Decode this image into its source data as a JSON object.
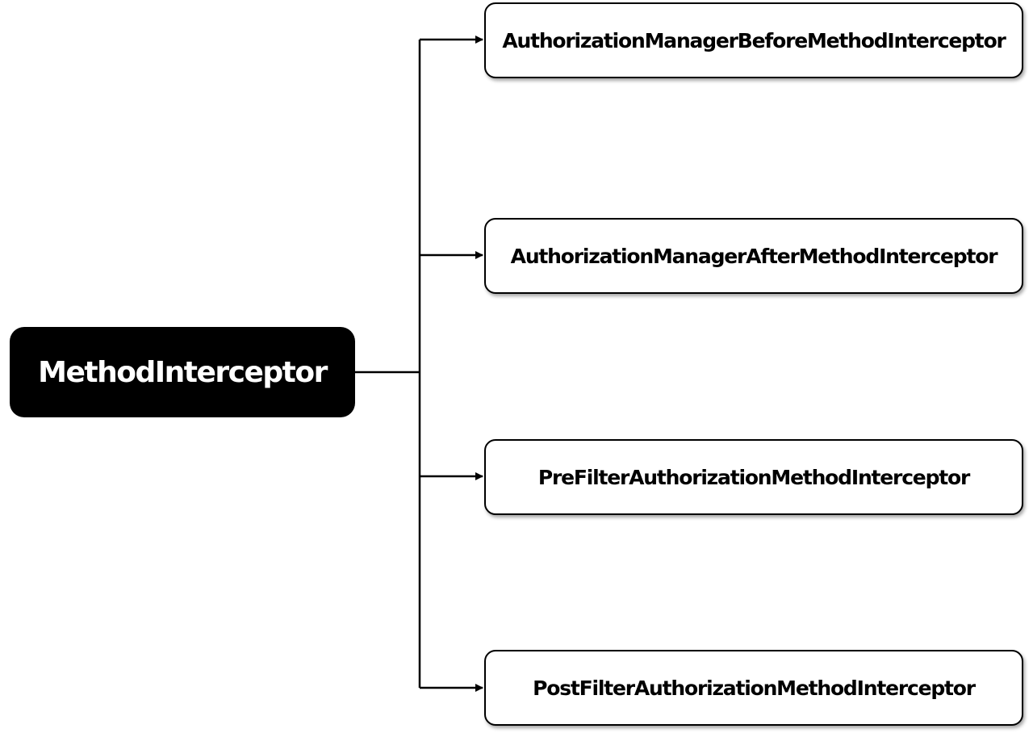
{
  "root": {
    "label": "MethodInterceptor"
  },
  "children": [
    {
      "label": "AuthorizationManagerBeforeMethodInterceptor"
    },
    {
      "label": "AuthorizationManagerAfterMethodInterceptor"
    },
    {
      "label": "PreFilterAuthorizationMethodInterceptor"
    },
    {
      "label": "PostFilterAuthorizationMethodInterceptor"
    }
  ],
  "colors": {
    "root_fill": "#000000",
    "root_text": "#ffffff",
    "child_fill": "#ffffff",
    "child_border": "#000000",
    "connector": "#000000"
  }
}
